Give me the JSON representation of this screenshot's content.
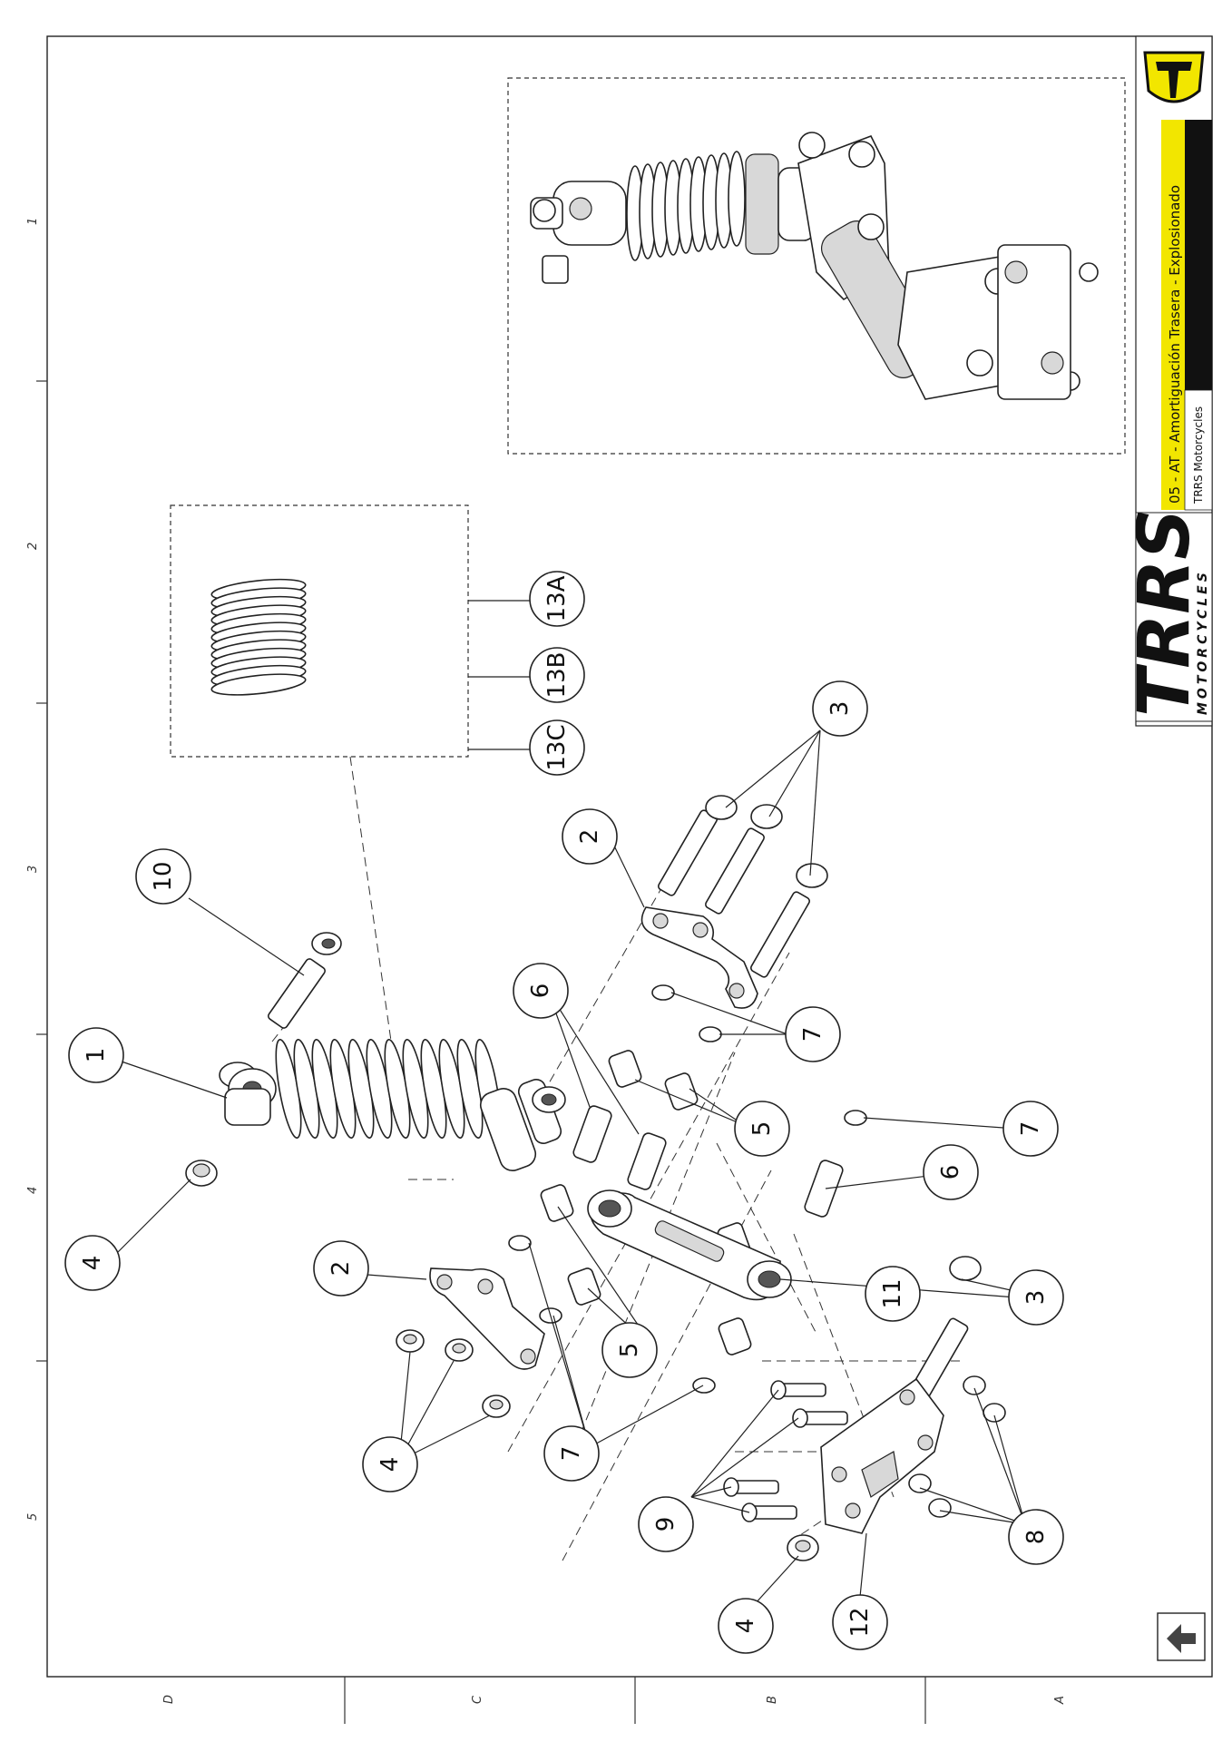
{
  "title_block": {
    "title": "05 - AT - Amortiguación Trasera - Explosionado",
    "company": "TRRS Motorcycles",
    "brand_main": "TRRS",
    "brand_sub": "MOTORCYCLES"
  },
  "grid_labels": {
    "columns": [
      "1",
      "2",
      "3",
      "4",
      "5"
    ],
    "rows": [
      "D",
      "C",
      "B",
      "A"
    ]
  },
  "callouts": [
    {
      "id": "c1",
      "label": "1"
    },
    {
      "id": "c2a",
      "label": "2"
    },
    {
      "id": "c2b",
      "label": "2"
    },
    {
      "id": "c3a",
      "label": "3"
    },
    {
      "id": "c3b",
      "label": "3"
    },
    {
      "id": "c4a",
      "label": "4"
    },
    {
      "id": "c4b",
      "label": "4"
    },
    {
      "id": "c4c",
      "label": "4"
    },
    {
      "id": "c5a",
      "label": "5"
    },
    {
      "id": "c5b",
      "label": "5"
    },
    {
      "id": "c6a",
      "label": "6"
    },
    {
      "id": "c6b",
      "label": "6"
    },
    {
      "id": "c7a",
      "label": "7"
    },
    {
      "id": "c7b",
      "label": "7"
    },
    {
      "id": "c7c",
      "label": "7"
    },
    {
      "id": "c8",
      "label": "8"
    },
    {
      "id": "c9",
      "label": "9"
    },
    {
      "id": "c10",
      "label": "10"
    },
    {
      "id": "c11",
      "label": "11"
    },
    {
      "id": "c12",
      "label": "12"
    },
    {
      "id": "c13a",
      "label": "13A"
    },
    {
      "id": "c13b",
      "label": "13B"
    },
    {
      "id": "c13c",
      "label": "13C"
    }
  ],
  "colors": {
    "brand_yellow": "#f2e600",
    "brand_black": "#111111",
    "line": "#222222"
  },
  "icons": {
    "logo": "trrs-shield-logo",
    "nav": "up-arrow-home-icon"
  }
}
